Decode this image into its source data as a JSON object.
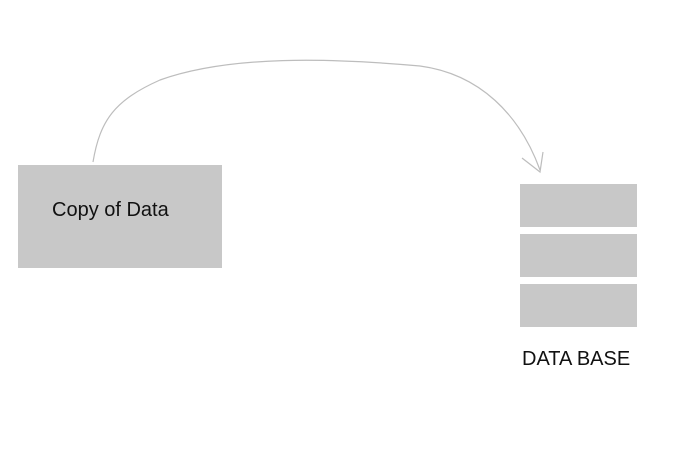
{
  "nodes": {
    "copy_of_data": {
      "label": "Copy of Data"
    },
    "database": {
      "label": "DATA BASE",
      "block_count": 3
    }
  },
  "edges": [
    {
      "from": "copy_of_data",
      "to": "database",
      "style": "hand-drawn curved arrow"
    }
  ],
  "colors": {
    "box_fill": "#c8c8c8",
    "arrow_stroke": "#bdbdbd",
    "text": "#111111",
    "background": "#ffffff"
  }
}
